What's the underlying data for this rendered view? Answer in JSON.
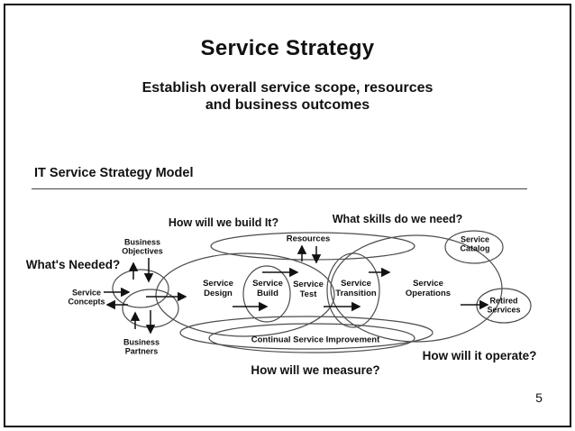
{
  "slide": {
    "title": "Service Strategy",
    "subtitle": "Establish overall service scope, resources\nand business outcomes",
    "section_heading": "IT Service Strategy Model",
    "page_number": "5"
  },
  "diagram": {
    "questions": {
      "build": "How will we build It?",
      "skills": "What skills do we need?",
      "needed": "What's Needed?",
      "measure": "How will we measure?",
      "operate": "How will it operate?"
    },
    "nodes": {
      "business_objectives": "Business\nObjectives",
      "service_concepts": "Service\nConcepts",
      "business_partners": "Business\nPartners",
      "resources": "Resources",
      "service_design": "Service\nDesign",
      "service_build": "Service\nBuild",
      "service_test": "Service\nTest",
      "service_transition": "Service\nTransition",
      "service_operations": "Service\nOperations",
      "service_catalog": "Service\nCatalog",
      "retired_services": "Retired\nServices",
      "continual_service_improvement": "Continual Service Improvement"
    },
    "colors": {
      "ellipse_stroke": "#4d4d4d",
      "arrow": "#111111",
      "text": "#111111",
      "frame": "#111111"
    }
  }
}
